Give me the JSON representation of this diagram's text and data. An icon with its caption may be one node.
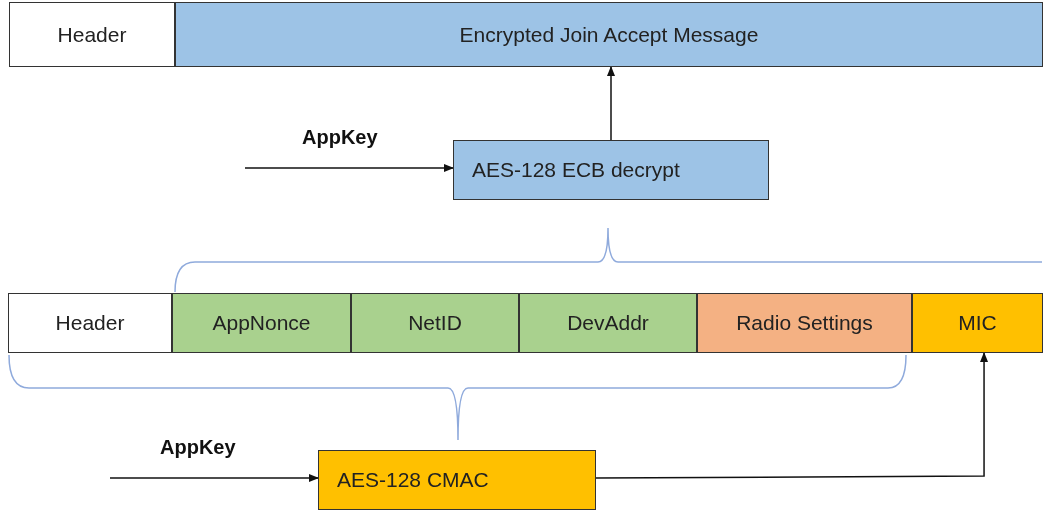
{
  "diagram": {
    "nodes": [
      {
        "text": [
          "Header"
        ]
      },
      {
        "text": [
          "Encrypted Join Accept Message"
        ]
      },
      {
        "text": [
          "AES-128 ECB decrypt"
        ]
      },
      {
        "text": [
          "Header"
        ]
      },
      {
        "text": [
          "AppNonce"
        ]
      },
      {
        "text": [
          "NetID"
        ]
      },
      {
        "text": [
          "DevAddr"
        ]
      },
      {
        "text": [
          "Radio Settings"
        ]
      },
      {
        "text": [
          "MIC"
        ]
      },
      {
        "text": [
          "AES-128 CMAC"
        ]
      }
    ],
    "edges": [
      {
        "from": null,
        "to": 2,
        "arrow": "to",
        "label": "AppKey"
      },
      {
        "from": 2,
        "to": 1,
        "arrow": "to"
      },
      {
        "from": null,
        "to": 9,
        "arrow": "to",
        "label": "AppKey"
      },
      {
        "from": 9,
        "to": 8,
        "arrow": "to"
      }
    ]
  }
}
